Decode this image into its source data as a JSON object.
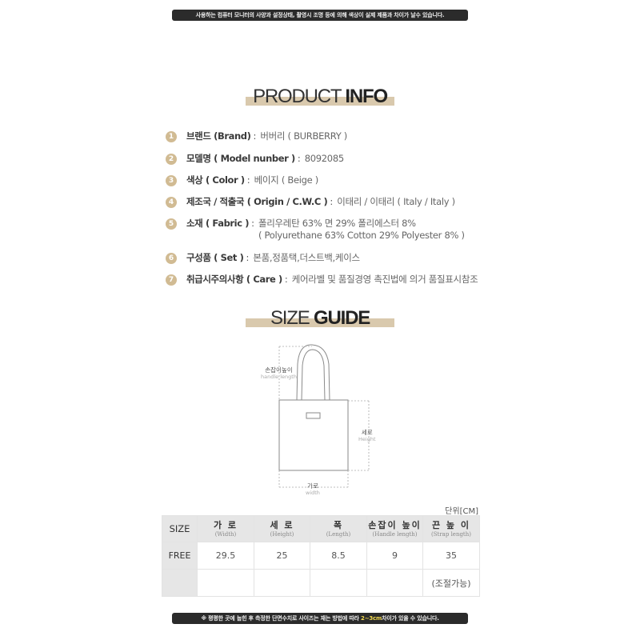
{
  "notice_top": "사용하는 컴퓨터 모니터의 사양과 설정상태, 촬영시 조명 등에 의해 색상이 실제 제품과 차이가 날수 있습니다.",
  "product_info": {
    "title_light": "PRODUCT",
    "title_bold": "INFO",
    "items": [
      {
        "num": "1",
        "label": "브랜드 (Brand)",
        "value": "버버리 ( BURBERRY )"
      },
      {
        "num": "2",
        "label": "모델명 ( Model nunber )",
        "value": "8092085"
      },
      {
        "num": "3",
        "label": "색상 ( Color )",
        "value": "베이지 ( Beige )"
      },
      {
        "num": "4",
        "label": "제조국 / 적출국 ( Origin / C.W.C )",
        "value": "이태리 / 이태리 ( Italy / Italy )"
      },
      {
        "num": "5",
        "label": "소재 ( Fabric )",
        "value": "폴리우레탄 63% 면 29% 폴리에스터 8%",
        "value2": "( Polyurethane 63% Cotton 29% Polyester 8% )"
      },
      {
        "num": "6",
        "label": "구성품 ( Set )",
        "value": "본품,정품택,더스트백,케이스"
      },
      {
        "num": "7",
        "label": "취급시주의사항 ( Care )",
        "value": "케어라벨 및 품질경영 촉진법에 의거 품질표시참조"
      }
    ]
  },
  "size_guide": {
    "title_light": "SIZE",
    "title_bold": "GUIDE",
    "diagram": {
      "handle_ko": "손잡이높이",
      "handle_en": "handle length",
      "height_ko": "세로",
      "height_en": "Height",
      "width_ko": "가로",
      "width_en": "width"
    },
    "unit": "단위[CM]",
    "table": {
      "size_header": "SIZE",
      "columns": [
        {
          "ko": "가 로",
          "en": "(Width)"
        },
        {
          "ko": "세 로",
          "en": "(Height)"
        },
        {
          "ko": "폭",
          "en": "(Length)"
        },
        {
          "ko": "손잡이 높이",
          "en": "(Handle length)"
        },
        {
          "ko": "끈 높 이",
          "en": "(Strap length)"
        }
      ],
      "rows": [
        {
          "size": "FREE",
          "values": [
            "29.5",
            "25",
            "8.5",
            "9",
            "35"
          ]
        },
        {
          "size": "",
          "values": [
            "",
            "",
            "",
            "",
            "(조절가능)"
          ]
        }
      ]
    }
  },
  "notice_bottom": {
    "before": "※ 평평한 곳에 눕힌 후 측정한 단면수치로 사이즈는 재는 방법에 따라 ",
    "highlight": "2~3cm",
    "after": "차이가 있을 수 있습니다."
  },
  "colors": {
    "accent_band": "#d9c9ad",
    "number_badge": "#d1bb93",
    "notice_bg": "#2b2b2b",
    "highlight": "#f2d94e",
    "table_header_bg": "#e6e6e6"
  }
}
